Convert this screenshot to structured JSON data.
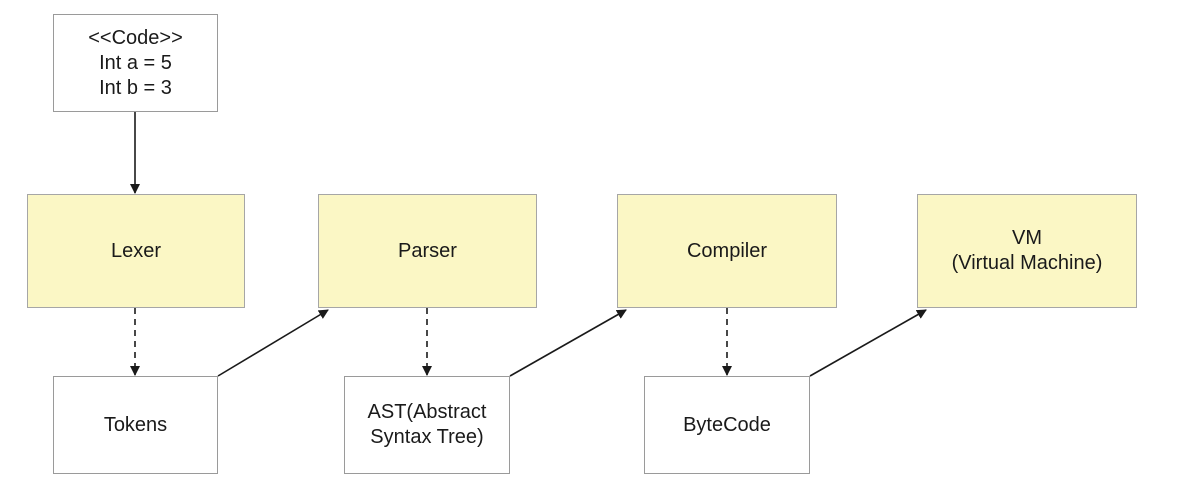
{
  "code_box": {
    "lines": [
      "<<Code>>",
      "Int a = 5",
      "Int b = 3"
    ]
  },
  "stages": [
    {
      "id": "lexer",
      "lines": [
        "Lexer"
      ]
    },
    {
      "id": "parser",
      "lines": [
        "Parser"
      ]
    },
    {
      "id": "compiler",
      "lines": [
        "Compiler"
      ]
    },
    {
      "id": "vm",
      "lines": [
        "VM",
        "(Virtual Machine)"
      ]
    }
  ],
  "artifacts": [
    {
      "id": "tokens",
      "lines": [
        "Tokens"
      ]
    },
    {
      "id": "ast",
      "lines": [
        "AST(Abstract",
        "Syntax Tree)"
      ]
    },
    {
      "id": "bytecode",
      "lines": [
        "ByteCode"
      ]
    }
  ],
  "colors": {
    "stage_fill": "#fbf7c5",
    "artifact_fill": "#ffffff",
    "border": "#9a9a9a",
    "arrow": "#1a1a1a"
  }
}
